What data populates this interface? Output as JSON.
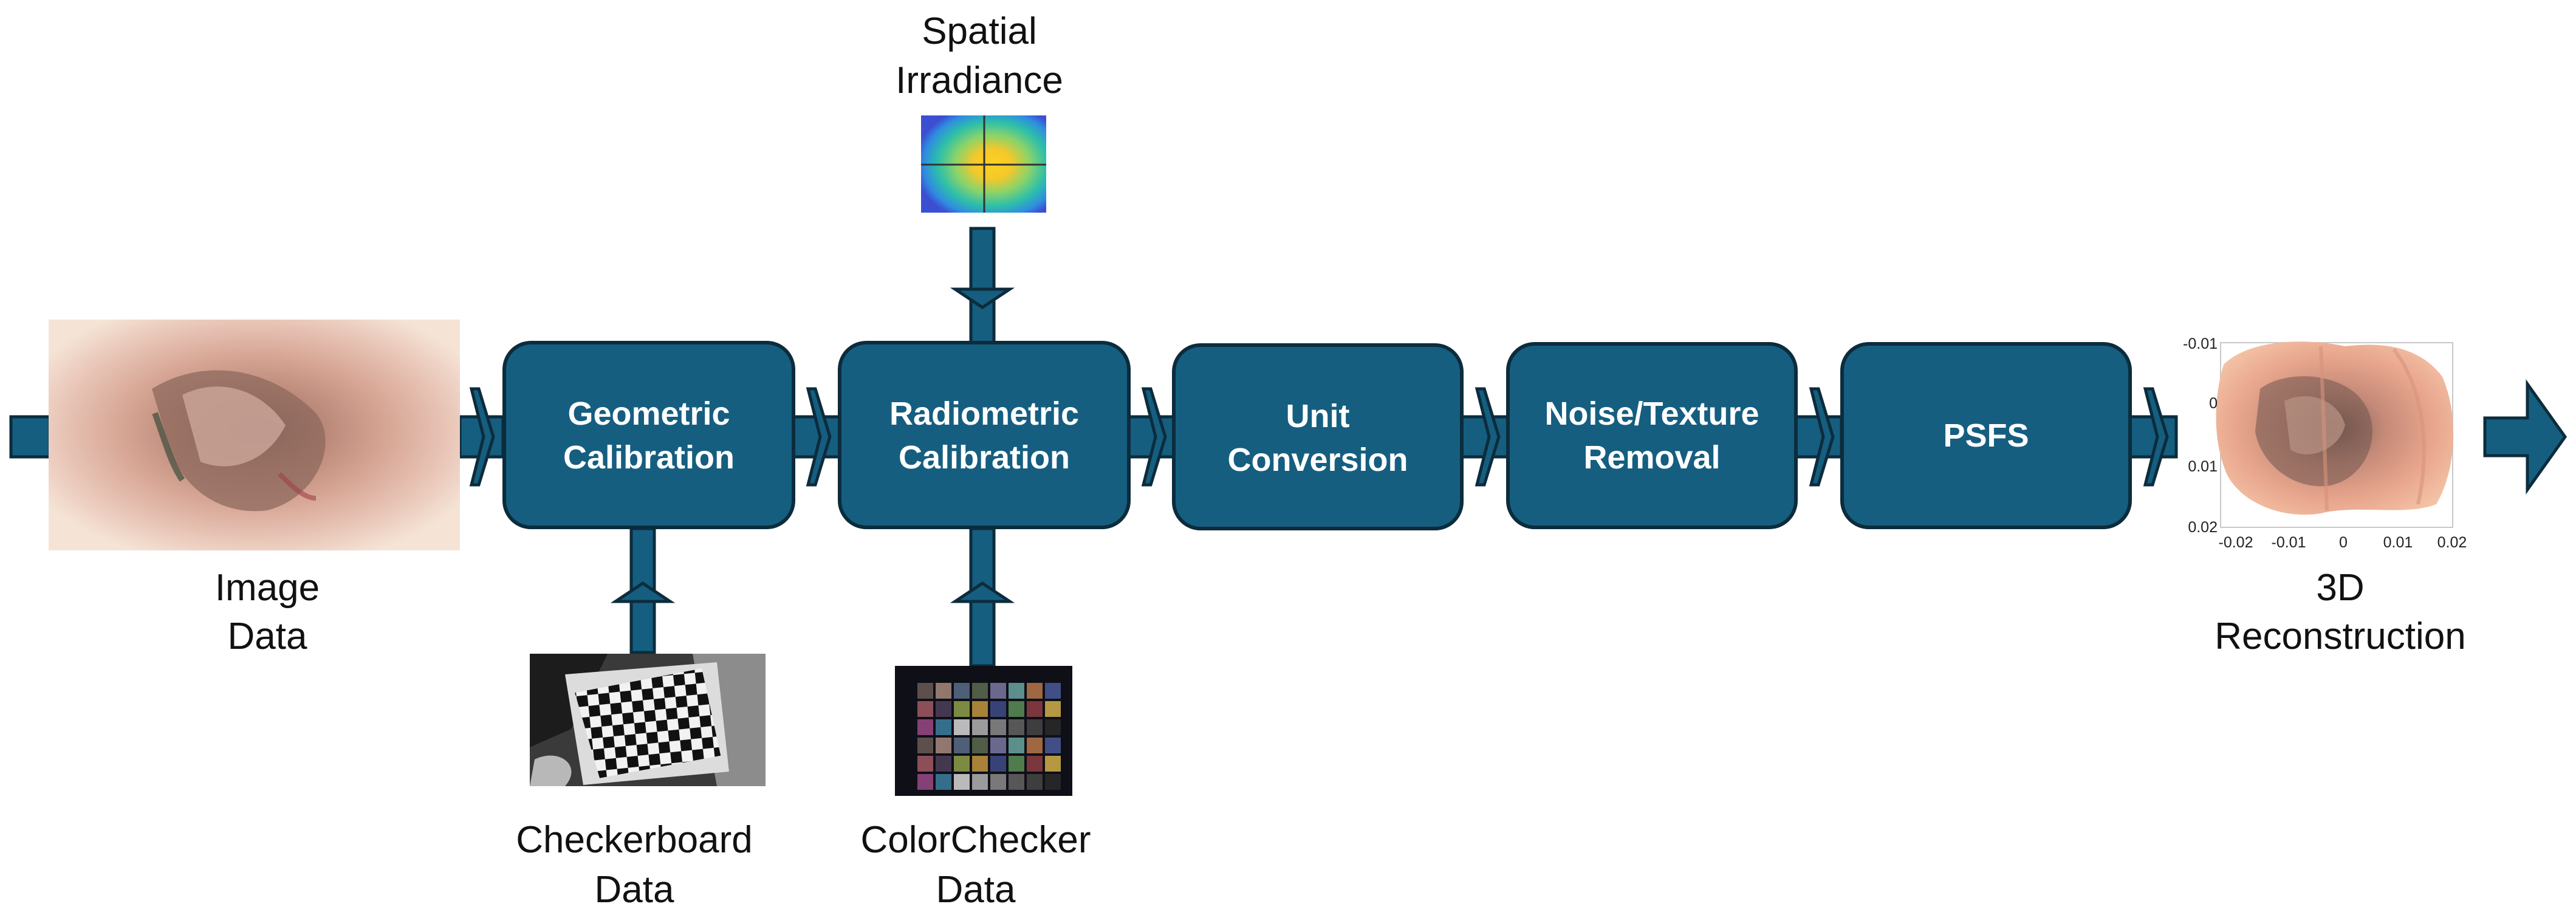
{
  "colors": {
    "block_fill": "#155e80",
    "block_border": "#0c2c3c",
    "arrow_fill": "#155e80",
    "arrow_border": "#0c2c3c"
  },
  "blocks": [
    {
      "line1": "Geometric",
      "line2": "Calibration"
    },
    {
      "line1": "Radiometric",
      "line2": "Calibration"
    },
    {
      "line1": "Unit",
      "line2": "Conversion"
    },
    {
      "line1": "Noise/Texture",
      "line2": "Removal"
    },
    {
      "line1": "PSFS",
      "line2": ""
    }
  ],
  "inputs": {
    "image": {
      "line1": "Image",
      "line2": "Data"
    },
    "spatial": {
      "line1": "Spatial",
      "line2": "Irradiance"
    },
    "checkerboard": {
      "line1": "Checkerboard",
      "line2": "Data"
    },
    "colorchecker": {
      "line1": "ColorChecker",
      "line2": "Data"
    }
  },
  "output": {
    "line1": "3D",
    "line2": "Reconstruction",
    "plot": {
      "y_ticks": [
        "-0.01",
        "0",
        "0.01",
        "0.02"
      ],
      "x_ticks": [
        "-0.02",
        "-0.01",
        "0",
        "0.01",
        "0.02"
      ]
    }
  }
}
